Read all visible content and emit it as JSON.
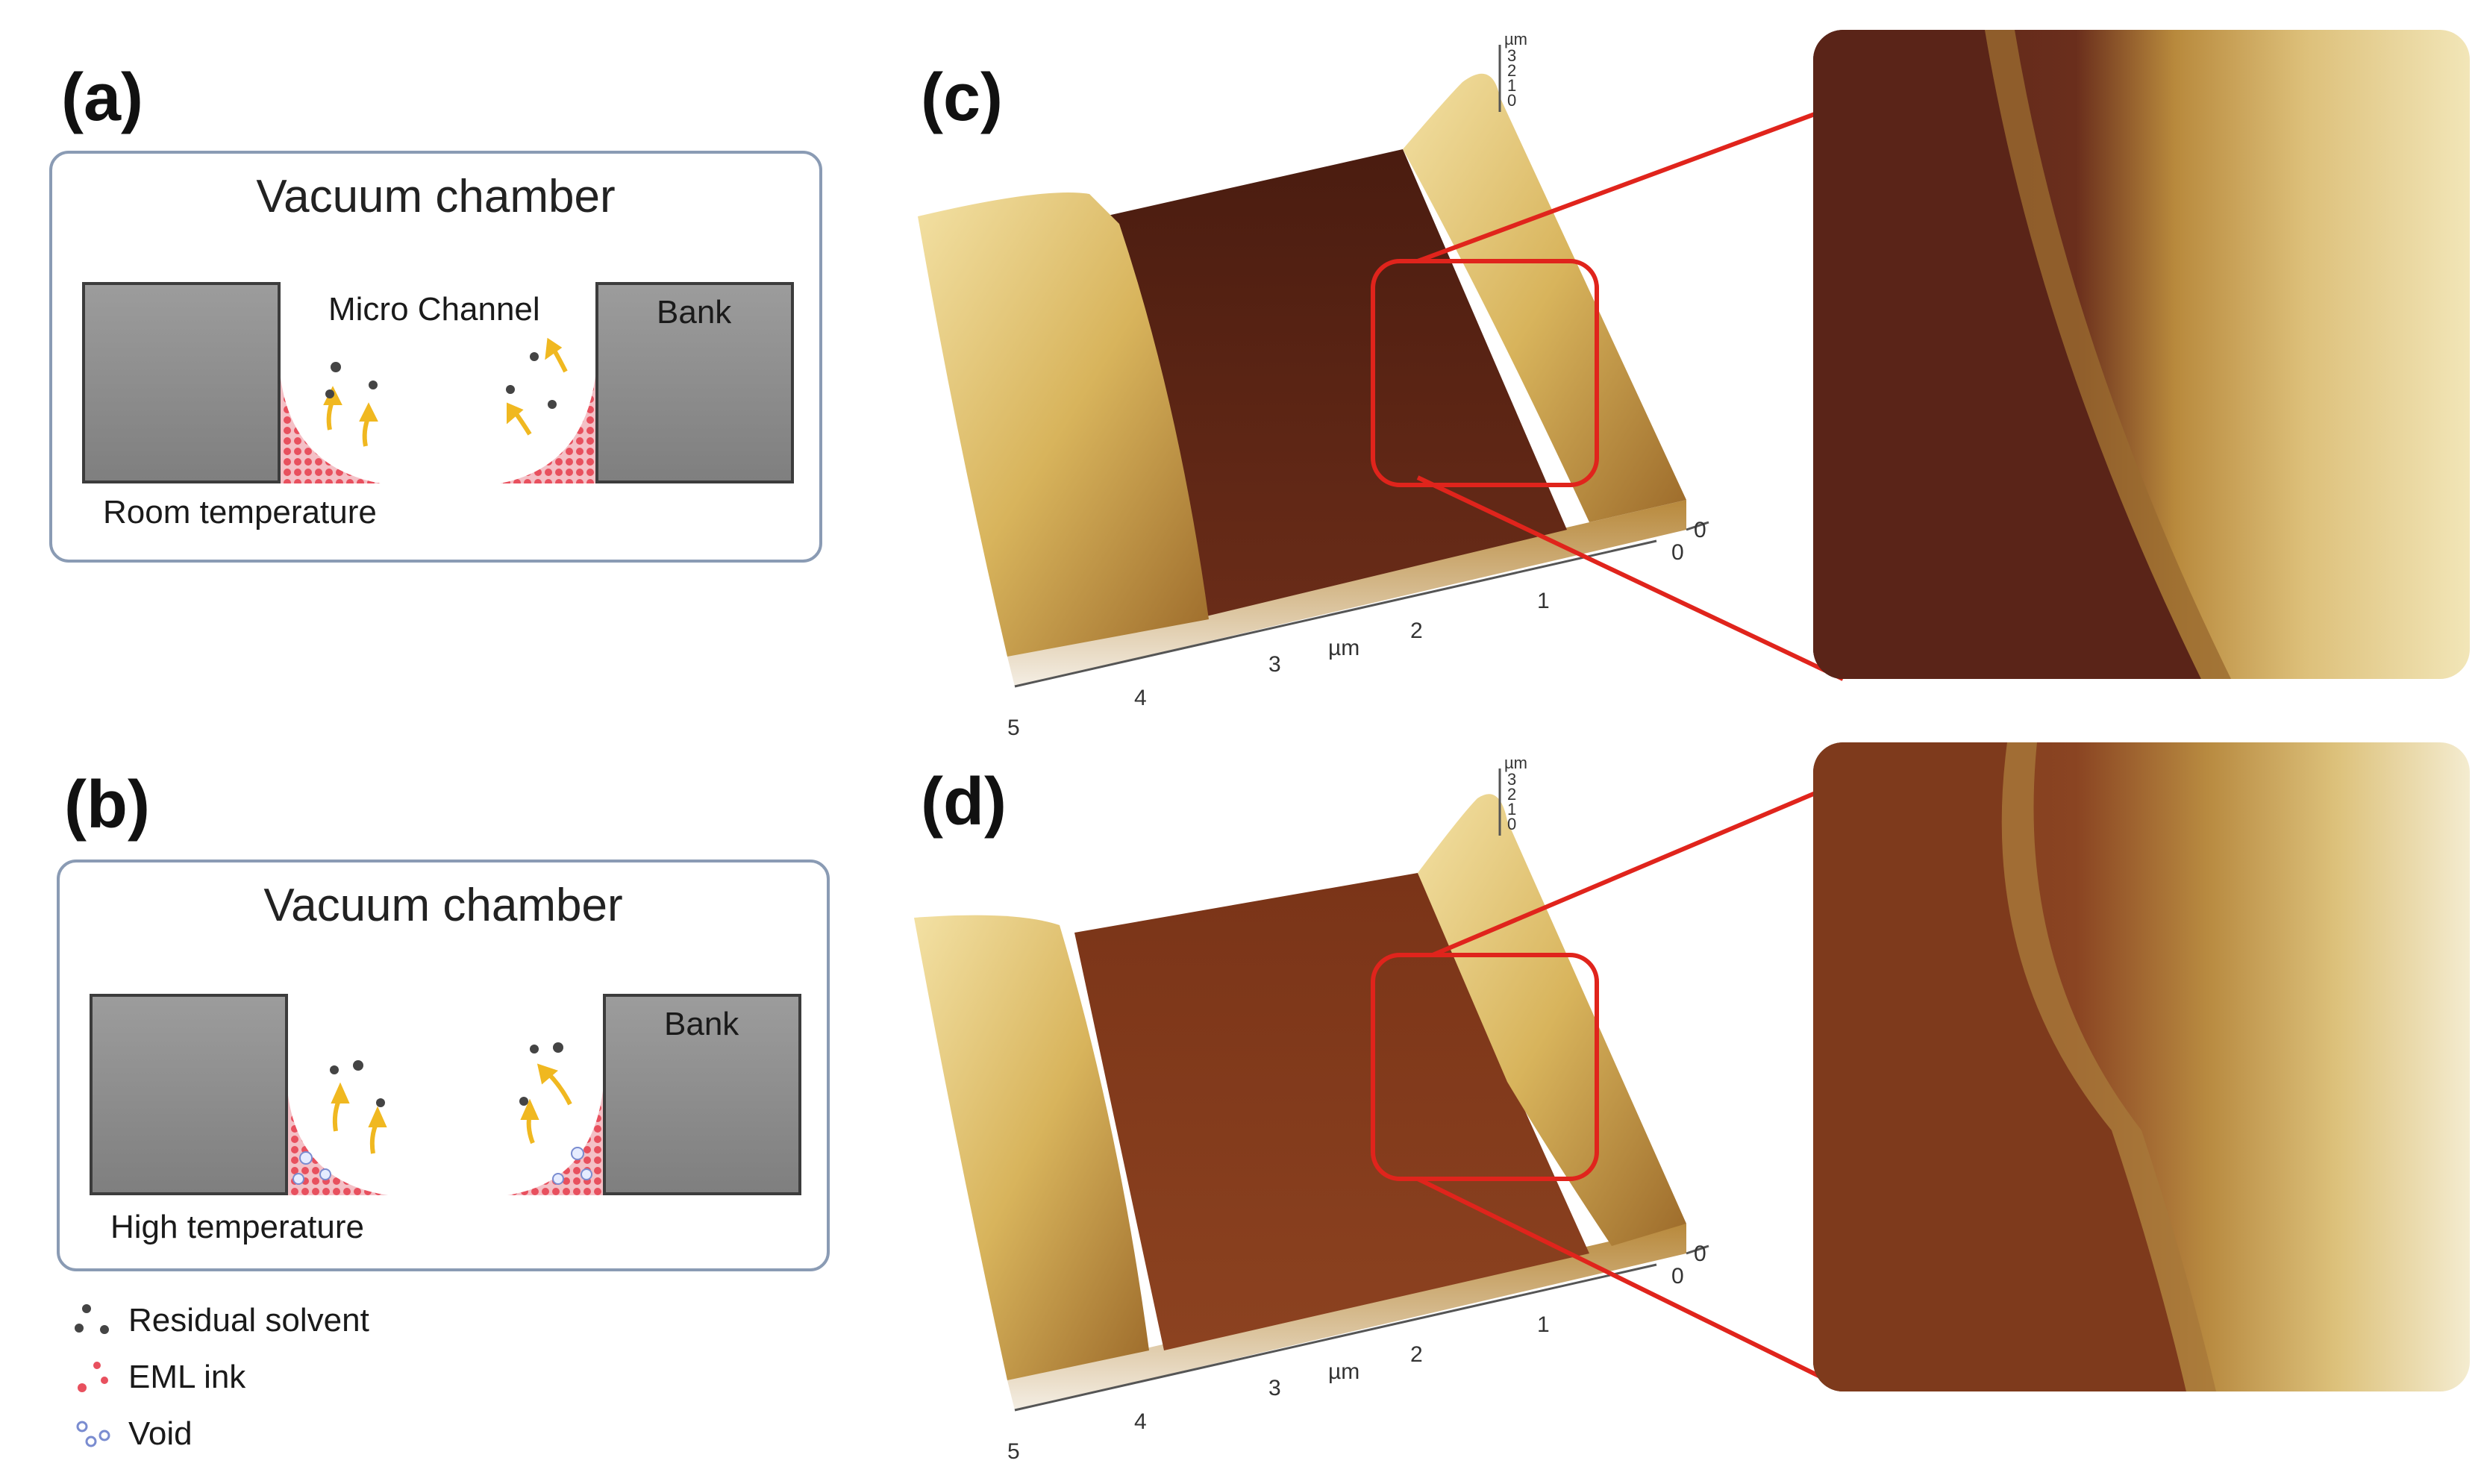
{
  "labels": {
    "a": "(a)",
    "b": "(b)",
    "c": "(c)",
    "d": "(d)"
  },
  "panel_a": {
    "title": "Vacuum chamber",
    "channel_label": "Micro Channel",
    "bank_label": "Bank",
    "condition": "Room temperature"
  },
  "panel_b": {
    "title": "Vacuum chamber",
    "bank_label": "Bank",
    "condition": "High temperature"
  },
  "legend": [
    {
      "label": "Residual solvent",
      "icon": "residual-solvent-icon"
    },
    {
      "label": "EML ink",
      "icon": "eml-ink-icon"
    },
    {
      "label": "Void",
      "icon": "void-icon"
    }
  ],
  "afm_axes": {
    "x_ticks": [
      "5",
      "4",
      "3",
      "2",
      "1",
      "0"
    ],
    "x_unit": "µm",
    "y_ticks": [
      "0"
    ],
    "z_ticks": [
      "3",
      "2",
      "1",
      "0"
    ],
    "z_unit": "µm"
  },
  "colors": {
    "chamber_border": "#8a9bb4",
    "bank_gray": "#8c8c8c",
    "ink_red": "#e8505e",
    "arrow_yellow": "#f0b820",
    "solvent_dot": "#444444",
    "zoom_red": "#e0241c",
    "afm_dark": "#5a2418",
    "afm_light": "#e8d48c"
  }
}
